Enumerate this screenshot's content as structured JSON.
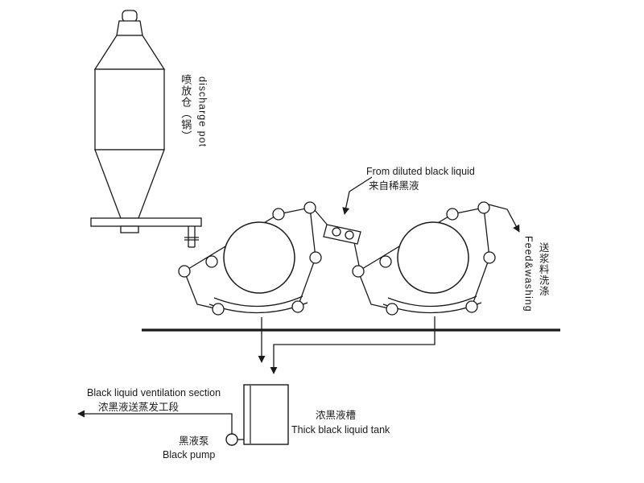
{
  "colors": {
    "line": "#1a1a1a",
    "background": "#ffffff"
  },
  "labels": {
    "discharge_pot_cn": "喷放仓（锅）",
    "discharge_pot_en": "discharge pot",
    "from_diluted_en": "From diluted black liquid",
    "from_diluted_cn": "来自稀黑液",
    "feed_washing_en": "Feed&washing",
    "feed_washing_cn": "送浆料洗涤",
    "ventilation_en": "Black liquid ventilation section",
    "ventilation_cn": "浓黑液送蒸发工段",
    "tank_cn": "浓黑液槽",
    "tank_en": "Thick black liquid tank",
    "pump_cn": "黑液泵",
    "pump_en": "Black pump"
  }
}
